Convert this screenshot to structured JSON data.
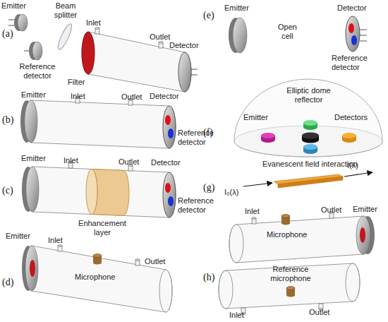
{
  "diagram": {
    "labels": [
      "(a)",
      "Emitter",
      "Beam splitter",
      "Inlet",
      "Outlet",
      "Reference detector",
      "Filter",
      "Detector",
      "(b)",
      "Emitter",
      "Inlet",
      "Outlet",
      "Detector",
      "Reference detector",
      "(c)",
      "Emitter",
      "Inlet",
      "Outlet",
      "Detector",
      "Enhancement layer",
      "Reference detector",
      "(d)",
      "Emitter",
      "Inlet",
      "Outlet",
      "Microphone",
      "(e)",
      "Emitter",
      "Open cell",
      "Detector",
      "Reference detector",
      "(f)",
      "Elliptic dome reflector",
      "Emitter",
      "Detectors",
      "(g)",
      "Evanescent field interaction",
      "I₀(λ)",
      "I(λ)",
      "(h)",
      "Outlet",
      "Emitter",
      "Inlet",
      "Microphone",
      "Reference microphone",
      "Inlet",
      "Outlet"
    ]
  }
}
